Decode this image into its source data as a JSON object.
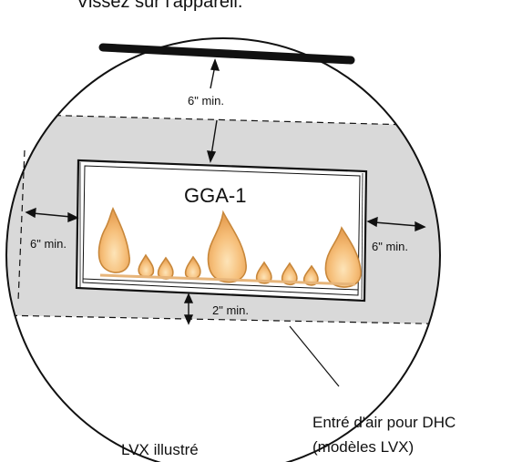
{
  "labels": {
    "header_fragment": "Vissez sur l'appareil.",
    "top_clearance": "6\" min.",
    "left_clearance": "6\" min.",
    "right_clearance": "6\" min.",
    "bottom_clearance": "2\" min.",
    "model": "GGA-1",
    "illustrated": "LVX illustré",
    "air_intake_line1": "Entré d'air pour DHC",
    "air_intake_line2": "(modèles LVX)"
  },
  "colors": {
    "shaded_band": "#d9d9d9",
    "line": "#111111",
    "flame_outer": "#c8873a",
    "flame_inner": "#f9cd8c"
  }
}
